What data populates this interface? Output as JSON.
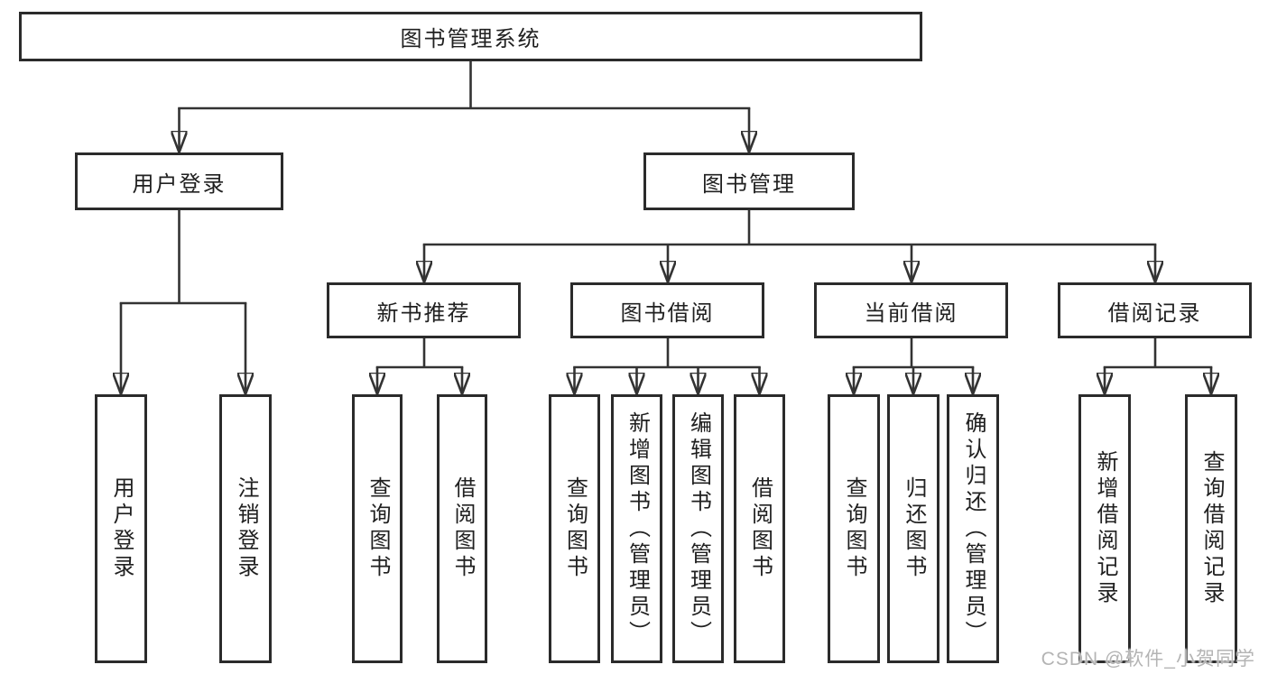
{
  "diagram": {
    "root": {
      "label": "图书管理系统"
    },
    "level2": [
      {
        "label": "用户登录"
      },
      {
        "label": "图书管理"
      }
    ],
    "level3": [
      {
        "label": "新书推荐"
      },
      {
        "label": "图书借阅"
      },
      {
        "label": "当前借阅"
      },
      {
        "label": "借阅记录"
      }
    ],
    "leaves": {
      "user_login": [
        "用户登录",
        "注销登录"
      ],
      "new_book": [
        "查询图书",
        "借阅图书"
      ],
      "book_borrow": [
        "查询图书",
        "新增图书（管理员）",
        "编辑图书（管理员）",
        "借阅图书"
      ],
      "current_borrow": [
        "查询图书",
        "归还图书",
        "确认归还（管理员）"
      ],
      "borrow_record": [
        "新增借阅记录",
        "查询借阅记录"
      ]
    }
  },
  "watermark": "CSDN @软件_小贺同学",
  "colors": {
    "line": "#333333",
    "box_border": "#2b2b2b",
    "text": "#202020",
    "watermark": "#b4b4b4",
    "background": "#ffffff"
  }
}
